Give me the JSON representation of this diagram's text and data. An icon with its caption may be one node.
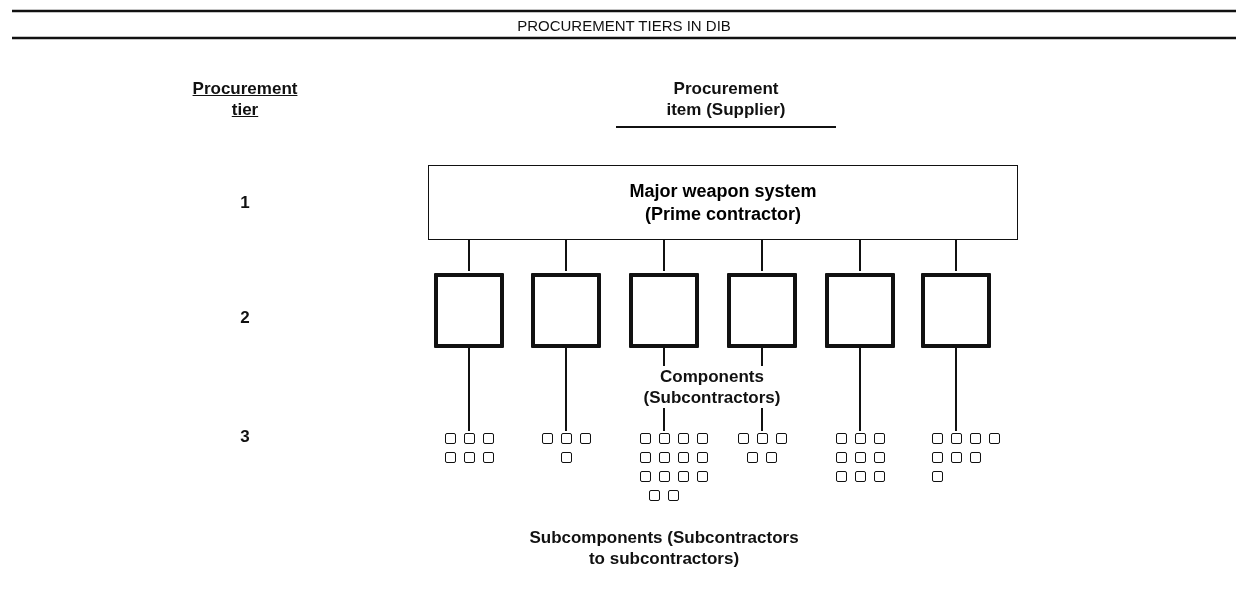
{
  "diagram": {
    "title": "PROCUREMENT TIERS IN DIB",
    "nodes": [
      {
        "text": [
          "Major weapon system (Prime contractor)"
        ]
      },
      {
        "text": [],
        "shape": "box"
      },
      {
        "text": [],
        "shape": "box"
      },
      {
        "text": [],
        "shape": "box"
      },
      {
        "text": [],
        "shape": "box"
      },
      {
        "text": [],
        "shape": "box"
      },
      {
        "text": [],
        "shape": "box"
      },
      {
        "text": [],
        "shape": "box"
      },
      {
        "text": [],
        "shape": "box"
      },
      {
        "text": [],
        "shape": "box"
      },
      {
        "text": [],
        "shape": "box"
      },
      {
        "text": [],
        "shape": "box"
      },
      {
        "text": [],
        "shape": "box"
      },
      {
        "text": [],
        "shape": "box"
      },
      {
        "text": [],
        "shape": "box"
      },
      {
        "text": [],
        "shape": "box"
      },
      {
        "text": [],
        "shape": "box"
      },
      {
        "text": [],
        "shape": "box"
      },
      {
        "text": [],
        "shape": "box"
      },
      {
        "text": [],
        "shape": "box"
      },
      {
        "text": [],
        "shape": "box"
      },
      {
        "text": [],
        "shape": "box"
      },
      {
        "text": [],
        "shape": "box"
      },
      {
        "text": [],
        "shape": "box"
      },
      {
        "text": [],
        "shape": "box"
      },
      {
        "text": [],
        "shape": "box"
      },
      {
        "text": [],
        "shape": "box"
      },
      {
        "text": [],
        "shape": "box"
      },
      {
        "text": [],
        "shape": "box"
      },
      {
        "text": [],
        "shape": "box"
      },
      {
        "text": [],
        "shape": "box"
      },
      {
        "text": [],
        "shape": "box"
      },
      {
        "text": [],
        "shape": "box"
      },
      {
        "text": [],
        "shape": "box"
      },
      {
        "text": [],
        "shape": "box"
      },
      {
        "text": [],
        "shape": "box"
      },
      {
        "text": [],
        "shape": "box"
      },
      {
        "text": [],
        "shape": "box"
      },
      {
        "text": [],
        "shape": "box"
      },
      {
        "text": [],
        "shape": "box"
      },
      {
        "text": [],
        "shape": "box"
      },
      {
        "text": [],
        "shape": "box"
      },
      {
        "text": [],
        "shape": "box"
      },
      {
        "text": [],
        "shape": "box"
      },
      {
        "text": [],
        "shape": "box"
      },
      {
        "text": [],
        "shape": "box"
      },
      {
        "text": [],
        "shape": "box"
      },
      {
        "text": [],
        "shape": "box"
      },
      {
        "text": [],
        "shape": "box"
      },
      {
        "text": [],
        "shape": "box"
      },
      {
        "text": [],
        "shape": "box"
      },
      {
        "text": [],
        "shape": "box"
      },
      {
        "text": [],
        "shape": "box"
      }
    ],
    "edges": [
      {
        "from": 0,
        "to": 1,
        "arrow": "none"
      },
      {
        "from": 0,
        "to": 2,
        "arrow": "none"
      },
      {
        "from": 0,
        "to": 3,
        "arrow": "none"
      },
      {
        "from": 0,
        "to": 4,
        "arrow": "none"
      },
      {
        "from": 0,
        "to": 5,
        "arrow": "none"
      },
      {
        "from": 0,
        "to": 6,
        "arrow": "none"
      },
      {
        "from": 1,
        "to": 8,
        "arrow": "none"
      },
      {
        "from": 2,
        "to": 14,
        "arrow": "none"
      },
      {
        "from": 3,
        "to": 18,
        "arrow": "none"
      },
      {
        "from": 4,
        "to": 32,
        "arrow": "none"
      },
      {
        "from": 5,
        "to": 37,
        "arrow": "none"
      },
      {
        "from": 6,
        "to": 46,
        "arrow": "none"
      }
    ],
    "labels": [
      "Procurement tier",
      "Procurement item (Supplier)",
      "1",
      "2",
      "Components (Subcontractors)",
      "3",
      "Subcomponents (Subcontractors to subcontractors)"
    ]
  }
}
